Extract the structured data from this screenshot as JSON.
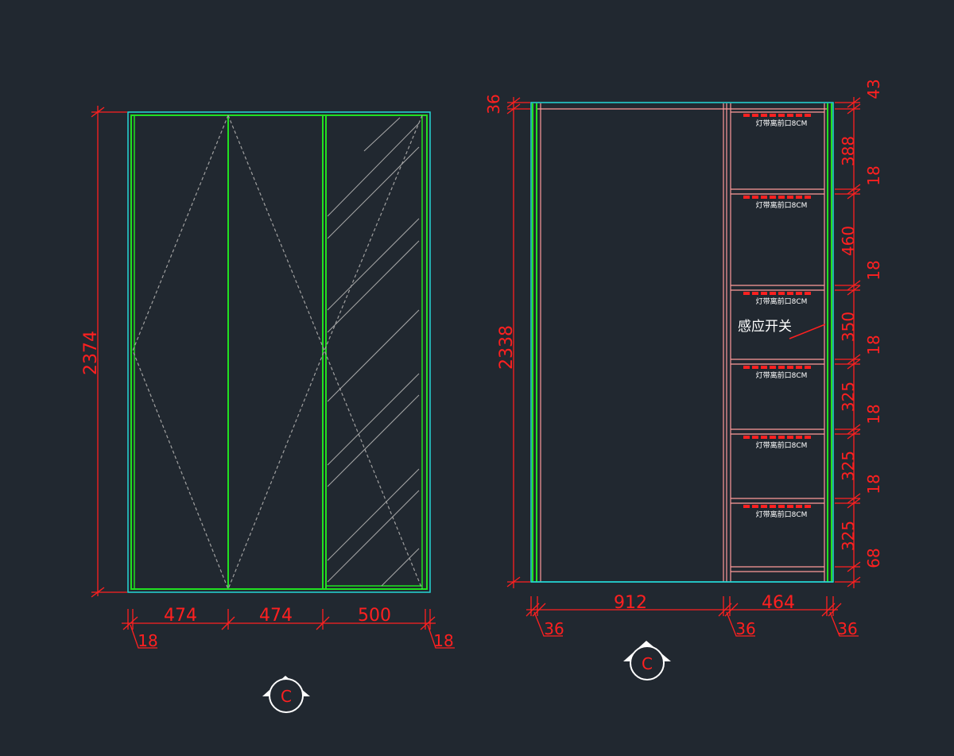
{
  "colors": {
    "background": "#212830",
    "outline_green": "#21e021",
    "outline_cyan": "#25d7d7",
    "dimension_red": "#ff2020",
    "panel_pink": "#ff9a9a",
    "hatch_grey": "#a8a8a8",
    "text_white": "#ffffff"
  },
  "left_elevation": {
    "height_dim": "2374",
    "width_dims": [
      "474",
      "474",
      "500"
    ],
    "edge_dims": [
      "18",
      "18"
    ],
    "section_marker": "C"
  },
  "right_elevation": {
    "top_dim": "36",
    "height_dim": "2338",
    "bottom_dims": [
      "912",
      "464"
    ],
    "bottom_edge_dims": [
      "36",
      "36",
      "36"
    ],
    "right_dims": [
      "43",
      "388",
      "18",
      "460",
      "18",
      "350",
      "18",
      "325",
      "18",
      "325",
      "18",
      "325",
      "68"
    ],
    "shelf_label": "灯带离前口8CM",
    "sensor_label": "感应开关",
    "section_marker": "C"
  }
}
